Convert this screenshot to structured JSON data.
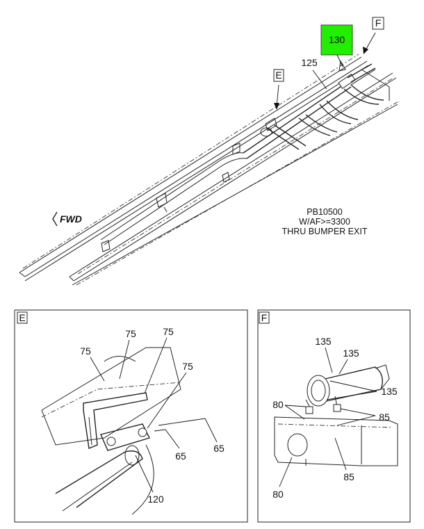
{
  "main_view": {
    "callouts": {
      "c130": "130",
      "c125": "125",
      "e_ref": "E",
      "f_ref": "F"
    },
    "fwd_label": "FWD",
    "note_lines": [
      "PB10500",
      "W/AF>=3300",
      "THRU BUMPER EXIT"
    ],
    "highlight_color": "#22ee00"
  },
  "detail_e": {
    "tag": "E",
    "callouts": [
      "75",
      "75",
      "75",
      "75",
      "65",
      "65",
      "120"
    ]
  },
  "detail_f": {
    "tag": "F",
    "callouts": [
      "135",
      "135",
      "135",
      "80",
      "85",
      "85",
      "80"
    ]
  }
}
